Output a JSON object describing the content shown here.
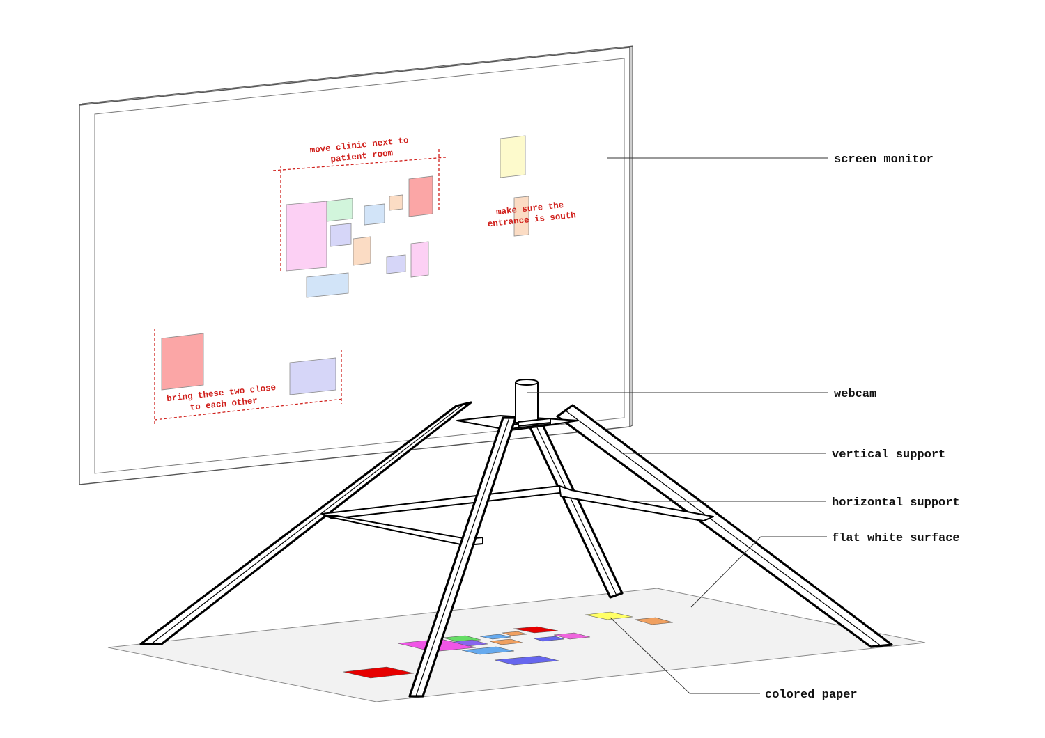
{
  "labels": {
    "screen_monitor": "screen monitor",
    "webcam": "webcam",
    "vertical_support": "vertical support",
    "horizontal_support": "horizontal support",
    "flat_white_surface": "flat white surface",
    "colored_paper": "colored paper"
  },
  "annotations": {
    "clinic_line1": "move clinic next to",
    "clinic_line2": "patient room",
    "entrance_line1": "make sure the",
    "entrance_line2": "entrance is south",
    "bring_line1": "bring these two close",
    "bring_line2": "to each other"
  },
  "colors": {
    "annotation": "#d0201c",
    "surface": "#f2f2f2",
    "screen_pink": "#fcd0f4",
    "screen_green": "#d2f5dc",
    "screen_blue": "#d2e4f8",
    "screen_lavender": "#d6d6f8",
    "screen_peach": "#fbdcc4",
    "screen_red": "#fba6a6",
    "screen_yellow": "#fdfacc",
    "paper_red": "#e60000",
    "paper_magenta": "#f055e6",
    "paper_green": "#66dd66",
    "paper_blue": "#66aaee",
    "paper_orange": "#f0a060",
    "paper_purple": "#6666ee",
    "paper_pink": "#ee66dd",
    "paper_yellow": "#ffff66"
  }
}
